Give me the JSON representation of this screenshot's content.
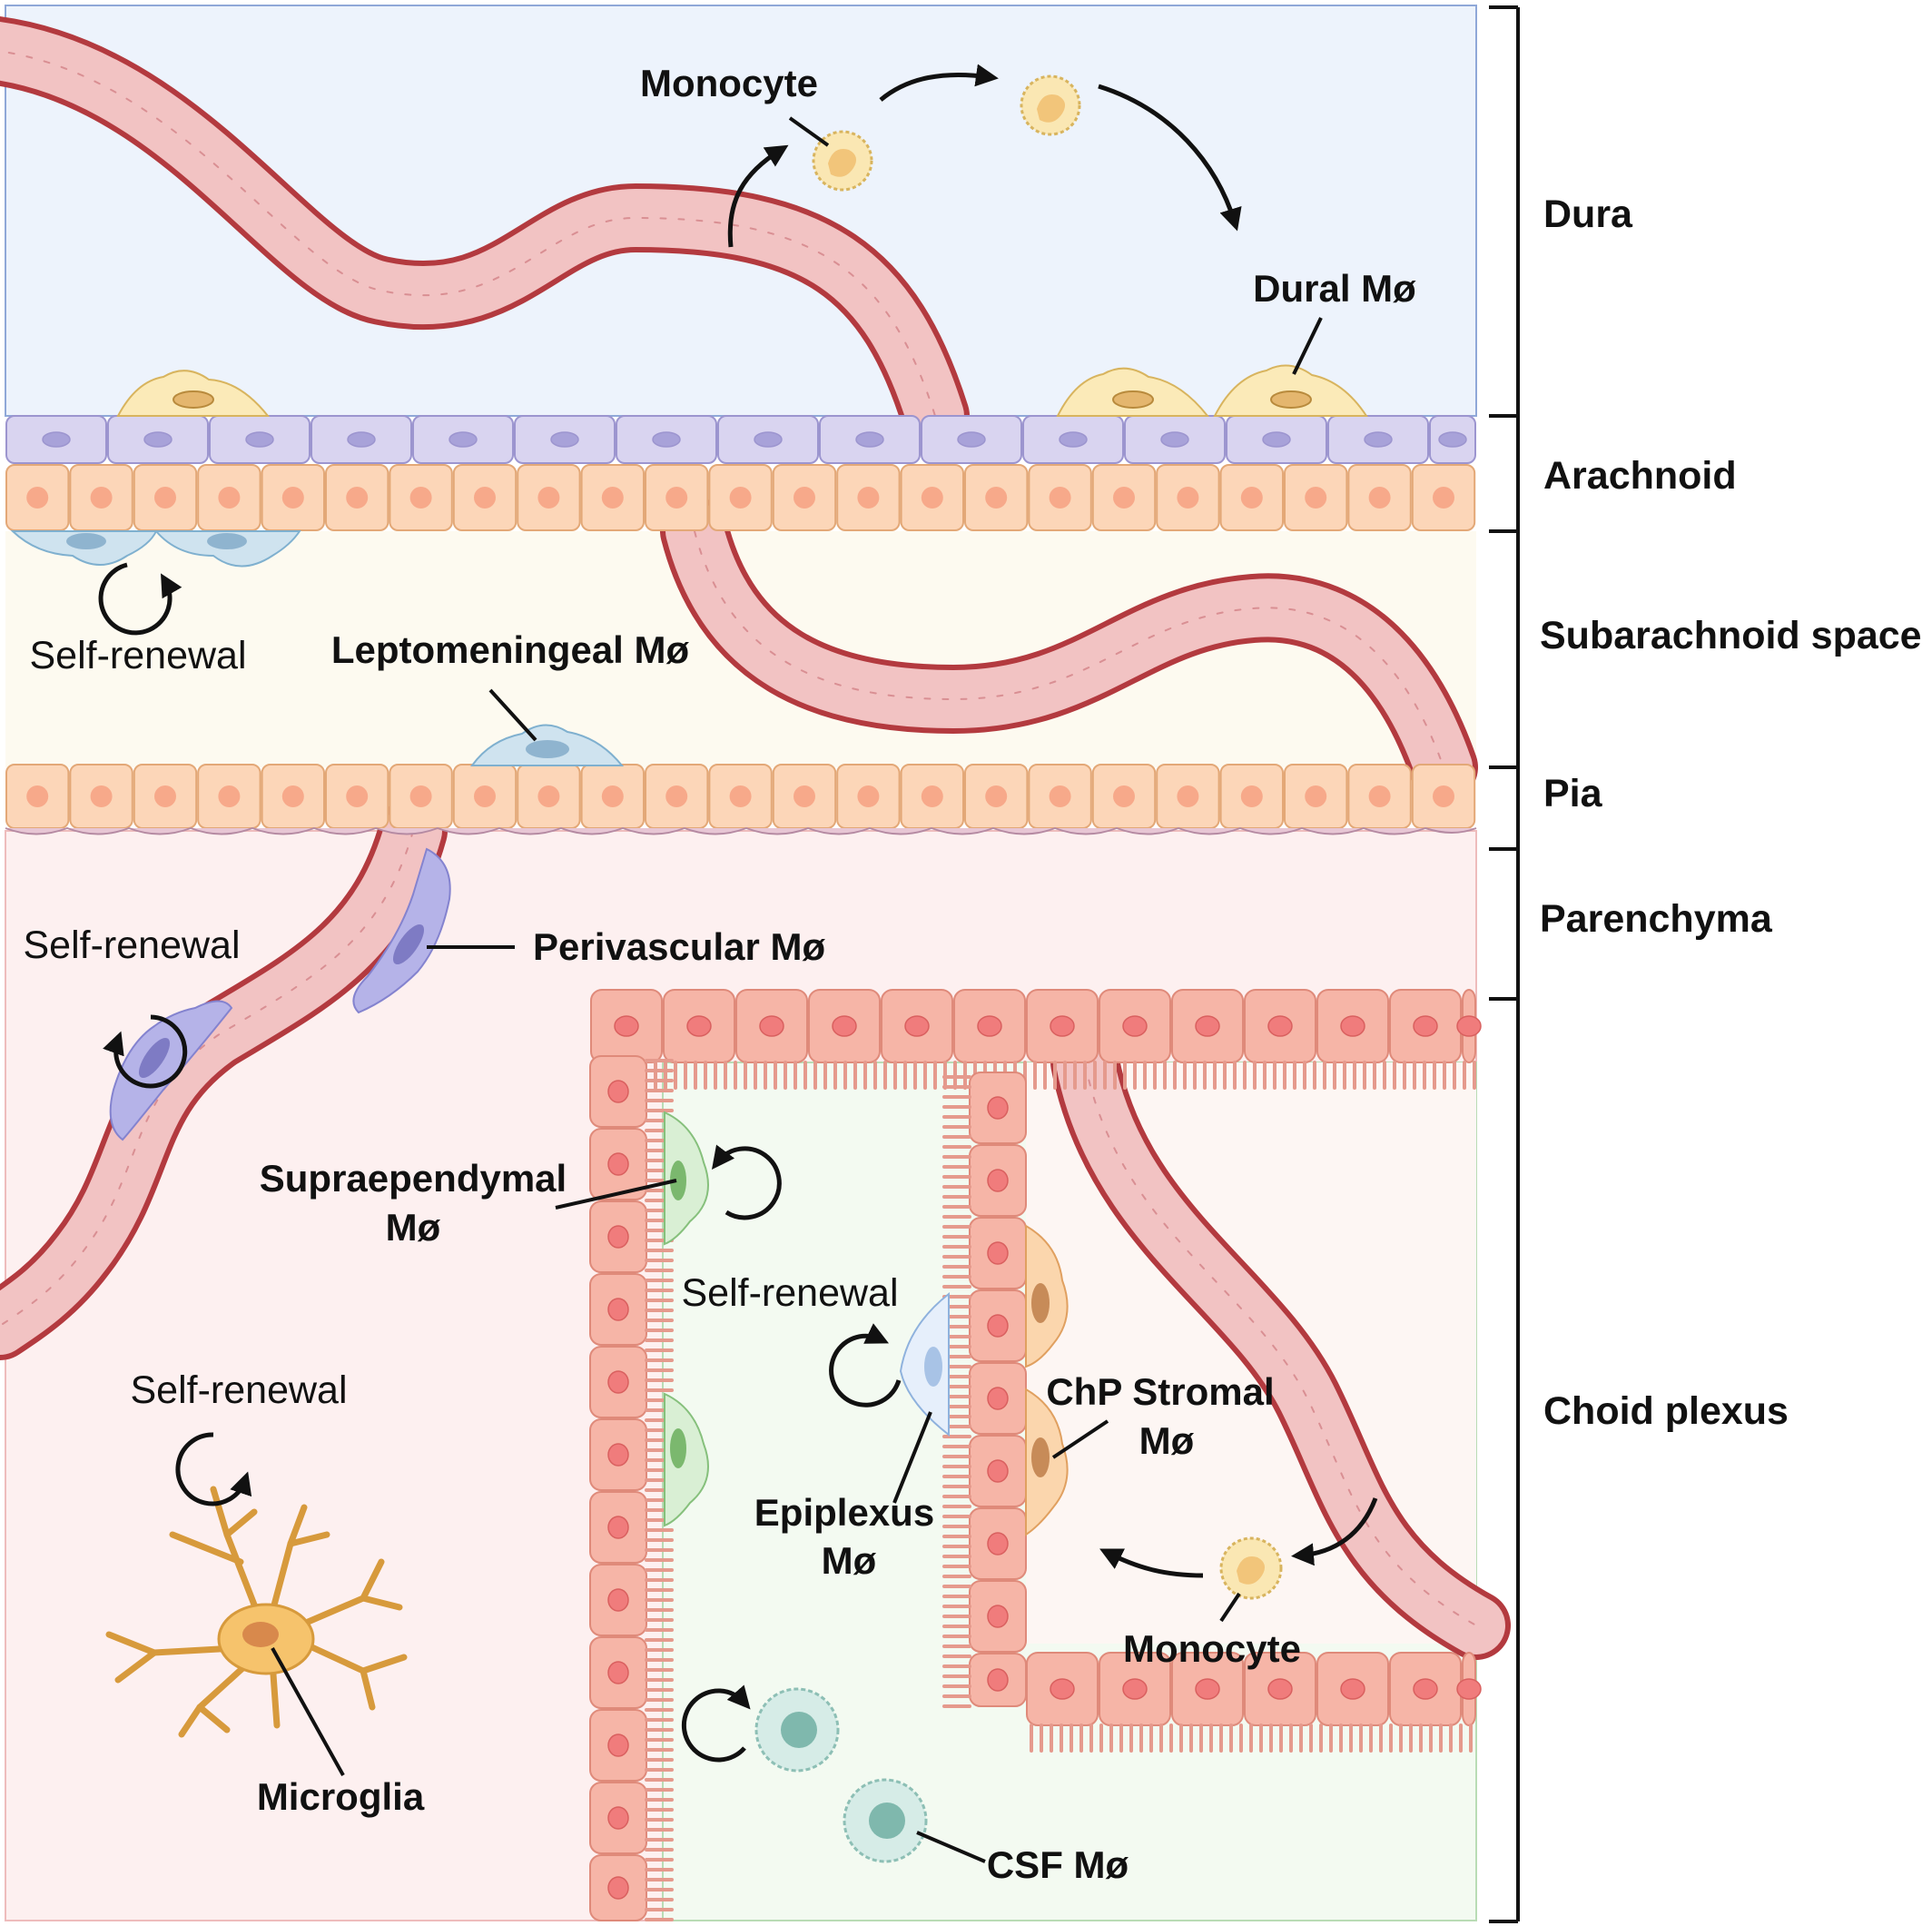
{
  "layers": {
    "dura": "Dura",
    "arachnoid": "Arachnoid",
    "subarachnoid": "Subarachnoid space",
    "pia": "Pia",
    "parenchyma": "Parenchyma",
    "choroid": "Choid plexus"
  },
  "labels": {
    "monocyte_top": "Monocyte",
    "dural": "Dural Mø",
    "leptomeningeal": "Leptomeningeal Mø",
    "perivascular": "Perivascular Mø",
    "supraependymal_1": "Supraependymal",
    "supraependymal_2": "Mø",
    "epiplexus_1": "Epiplexus",
    "epiplexus_2": "Mø",
    "chp_stromal_1": "ChP Stromal",
    "chp_stromal_2": "Mø",
    "monocyte_bottom": "Monocyte",
    "microglia": "Microglia",
    "csf": "CSF Mø",
    "self_renewal": "Self-renewal"
  },
  "colors": {
    "dura_bg": "#edf3fc",
    "subarachnoid_bg": "#fdfaf0",
    "parenchyma_bg": "#fdf0f0",
    "ventricle_bg": "#f3faf1",
    "stroma_bg": "#fdf6f3",
    "vessel_fill": "#f2c3c3",
    "vessel_edge": "#b33a3f",
    "arachnoid_cell": "#d9d4f0",
    "pia_cell": "#fcd6b8",
    "ependymal_cell": "#f6b5a7",
    "monocyte": "#fae7b3",
    "microglia": "#f6c36c"
  }
}
